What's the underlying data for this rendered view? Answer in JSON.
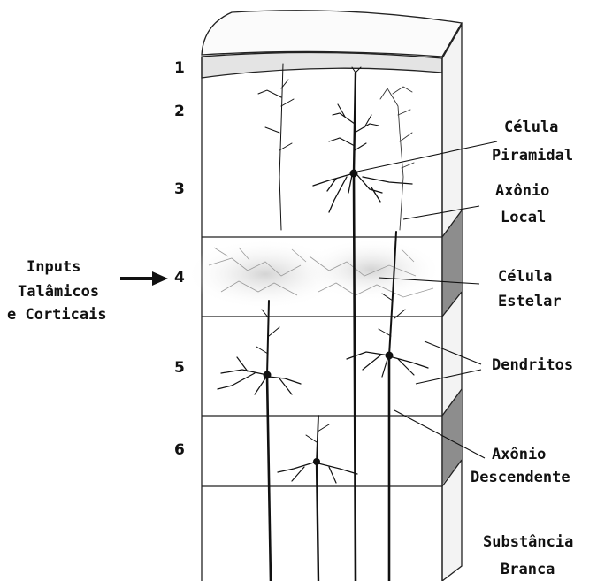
{
  "layers": [
    "1",
    "2",
    "3",
    "4",
    "5",
    "6"
  ],
  "labels": {
    "piramidal": [
      "Célula",
      "Piramidal"
    ],
    "axonio_local": [
      "Axônio",
      "Local"
    ],
    "estelar": [
      "Célula",
      "Estelar"
    ],
    "dendritos": "Dendritos",
    "axonio_descendente": [
      "Axônio",
      "Descendente"
    ],
    "substancia": [
      "Substância",
      "Branca"
    ],
    "inputs": [
      "Inputs",
      "Talâmicos",
      "e Corticais"
    ]
  }
}
